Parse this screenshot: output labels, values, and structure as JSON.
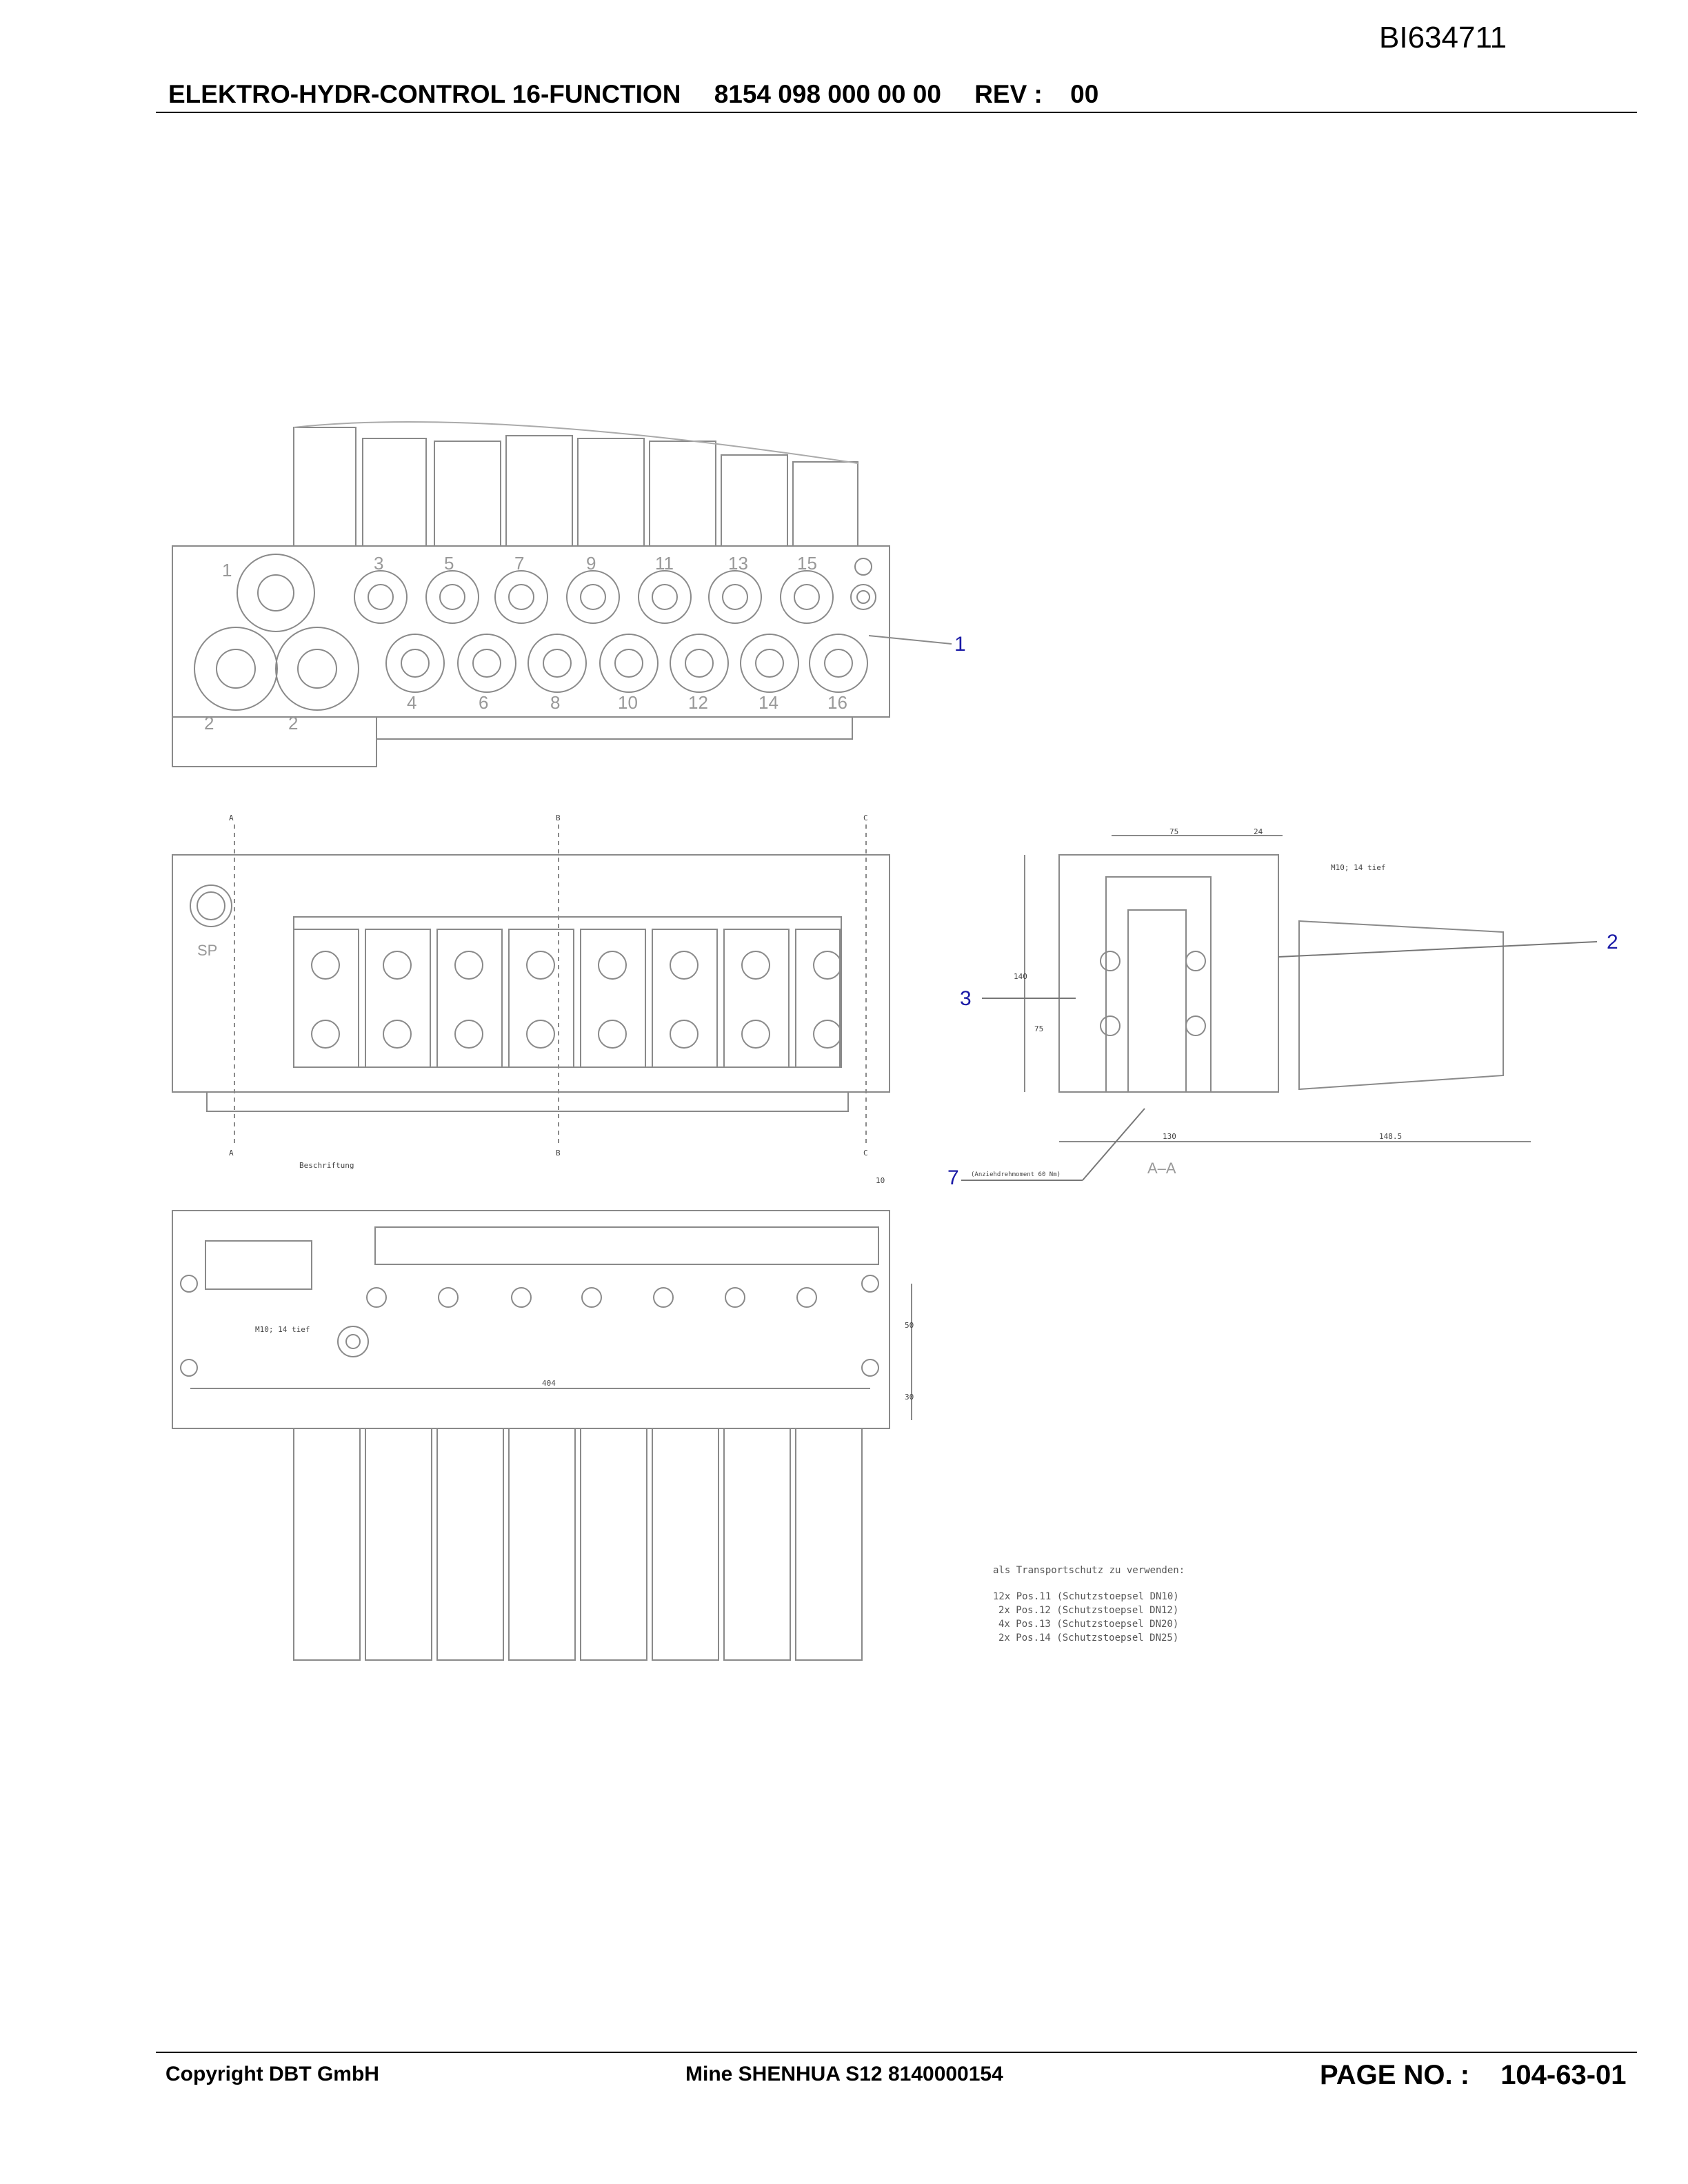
{
  "document": {
    "doc_id": "BI634711",
    "title": "ELEKTRO-HYDR-CONTROL 16-FUNCTION",
    "part_number": "8154 098 000 00 00",
    "rev_label": "REV :",
    "rev_value": "00"
  },
  "drawing": {
    "callouts": [
      "1",
      "2",
      "3",
      "7"
    ],
    "port_labels_top": [
      "1",
      "3",
      "5",
      "7",
      "9",
      "11",
      "13",
      "15"
    ],
    "port_labels_bottom": [
      "2",
      "2",
      "4",
      "6",
      "8",
      "10",
      "12",
      "14",
      "16"
    ],
    "section_marks": [
      "A",
      "B",
      "C"
    ],
    "section_title": "A–A",
    "sp_label": "SP",
    "beschriftung_label": "Beschriftung",
    "thread_note_1": "M10; 14 tief",
    "thread_note_2": "M10; 14 tief",
    "torque_note": "(Anziehdrehmoment 60 Nm)",
    "dimensions": {
      "d75": "75",
      "d24": "24",
      "d140": "140",
      "d75v": "75",
      "d130": "130",
      "d1485": "148.5",
      "d10": "10",
      "d404": "404",
      "d50": "50",
      "d30": "30"
    },
    "transport_note": {
      "heading": "als Transportschutz zu verwenden:",
      "lines": [
        "12x Pos.11 (Schutzstoepsel DN10)",
        "2x Pos.12 (Schutzstoepsel DN12)",
        "4x Pos.13 (Schutzstoepsel DN20)",
        "2x Pos.14 (Schutzstoepsel DN25)"
      ]
    }
  },
  "footer": {
    "copyright": "Copyright DBT GmbH",
    "mine": "Mine SHENHUA S12 8140000154",
    "page_label": "PAGE NO. :",
    "page_value": "104-63-01"
  }
}
